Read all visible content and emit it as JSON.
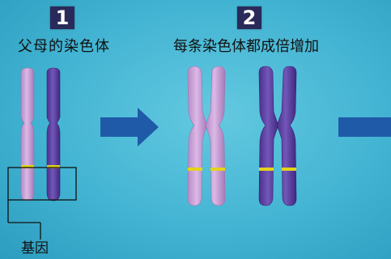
{
  "steps": [
    {
      "number": "1",
      "caption": "父母的染色体"
    },
    {
      "number": "2",
      "caption": "每条染色体都成倍增加"
    }
  ],
  "gene_label": "基因",
  "colors": {
    "background": "#43b4d3",
    "light_chromosome": "#c79ed4",
    "dark_chromosome": "#5a3fa0",
    "gene_band": "#e6d21a",
    "arrow": "#1f5aa8",
    "badge": "#2a2a5a"
  }
}
